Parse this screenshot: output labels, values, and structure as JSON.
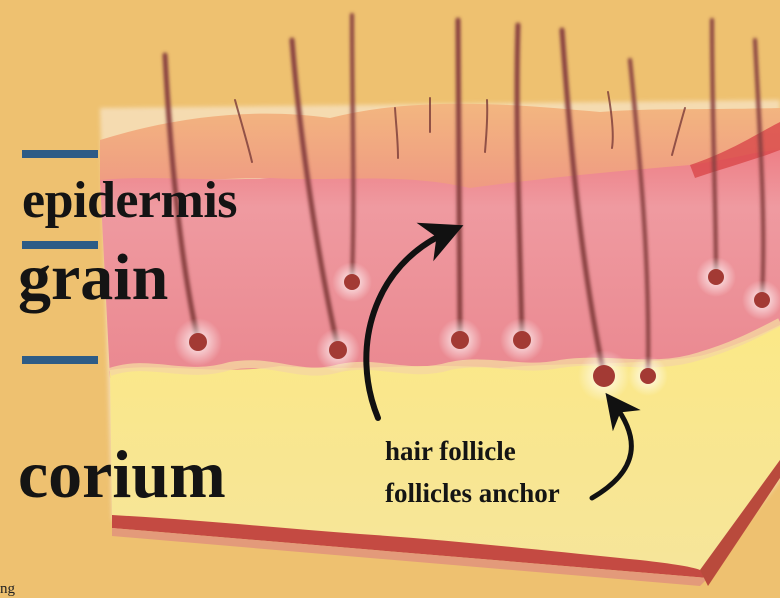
{
  "labels": {
    "epidermis": "epidermis",
    "grain": "grain",
    "corium": "corium",
    "hair_follicle": "hair follicle",
    "follicles_anchor": "follicles anchor",
    "corner_fragment": "ng"
  },
  "colors": {
    "background": "#eec170",
    "surface": "#f2a77b",
    "epidermis": "#ec8e93",
    "corium": "#f8e68a",
    "follicle": "#8c3c3a",
    "dash": "#2e5c86",
    "text": "#141414"
  }
}
